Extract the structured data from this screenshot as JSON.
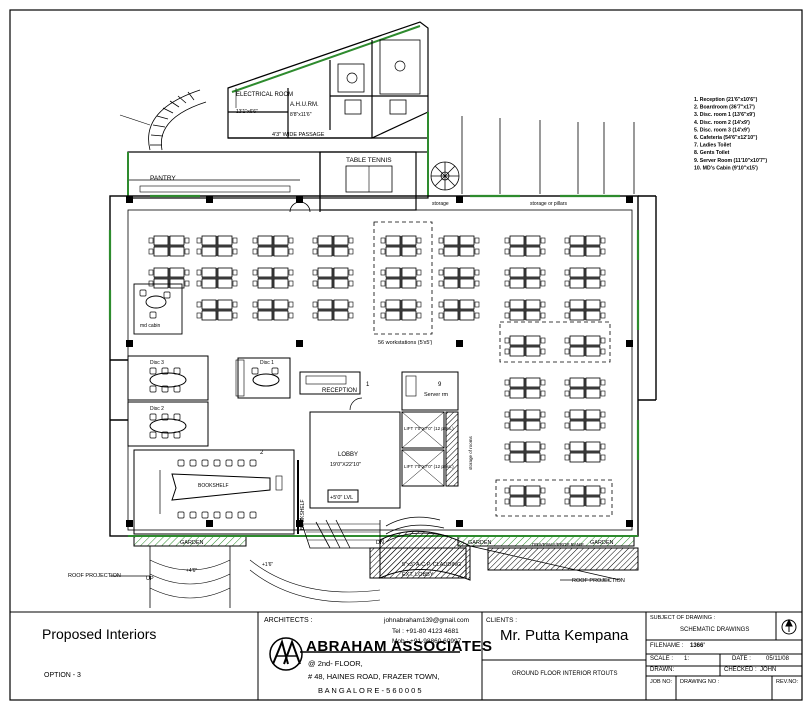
{
  "legend": [
    "1. Reception     (21'6\"x10'6\")",
    "2. Boardroom     (36'7\"x17')",
    "3. Disc. room 1  (13'6\"x9')",
    "4. Disc. room 2  (14'x9')",
    "5. Disc. room 3  (14'x9')",
    "6. Cafeteria     (54'6\"x12'10\")",
    "7. Ladies Toilet",
    "8. Gents Toilet",
    "9. Server Room   (11'10\"x10'7\")",
    "10. MD's Cabin   (9'10\"x15')"
  ],
  "plan_labels": {
    "electrical_room": "ELECTRICAL ROOM",
    "electrical_size": "13'1\"x6'6\"",
    "ahu": "A.H.U.RM.",
    "ahu_size": "8'8\"x11'6\"",
    "passage": "4'3\" WIDE PASSAGE",
    "pantry": "PANTRY",
    "table_tennis": "TABLE TENNIS",
    "storage": "storage",
    "storage_pillar": "storage or pillars",
    "workstations": "56 workstations (5'x5')",
    "md_cabin": "md cabin",
    "disc3": "Disc 3",
    "disc1": "Disc 1",
    "disc2": "Disc 2",
    "reception": "RECEPTION",
    "server": "Server rm",
    "server_num": "9",
    "reception_num": "1",
    "board_num": "2",
    "lift1": "LIFT 7'0\"X7'0\" (12 pass.)",
    "lift2": "LIFT 7'0\"X7'0\" (12 pass.)",
    "lobby": "LOBBY",
    "lobby_size": "19'0\"X22'10\"",
    "level": "+5'0\" LVL",
    "bookshelf": "BOOKSHELF",
    "bookshelf2": "BOOKSHELF",
    "garden1": "GARDEN",
    "garden2": "GARDEN",
    "garden3": "GARDEN",
    "roof_projection1": "ROOF PROJECTION",
    "roof_projection2": "ROOF PROJECTION",
    "acp": "5\"x3\" A.C.P. CLADDING",
    "ext_lobby": "EXT. LOBBY",
    "up": "UP",
    "dn": "DN",
    "driveway": "DRIVEWAY/PROP RAMP",
    "cafe_lvl": "+4'6\"",
    "ext_lvl": "+1'6\"",
    "storage_of_rooms": "storage of rooms"
  },
  "title_block": {
    "project": "Proposed Interiors",
    "option": "OPTION - 3",
    "architects_label": "ARCHITECTS :",
    "email": "johnabraham139@gmail.com",
    "tel": "Tel : +91-80 4123 4681",
    "mob": "Mob : +91-98860 60997",
    "firm": "ABRAHAM ASSOCIATES",
    "address1": "@ 2nd- FLOOR,",
    "address2": "# 48, HAINES ROAD, FRAZER TOWN,",
    "address3": "B A N G A L O R E -  5 6 0   0 0 5",
    "clients_label": "CLIENTS :",
    "client": "Mr. Putta Kempana",
    "drawing_title": "GROUND FLOOR INTERIOR RTOUTS",
    "subject_label": "SUBJECT OF DRAWING :",
    "subject": "SCHEMATIC DRAWINGS",
    "filename_label": "FILENAME :",
    "filename": "1366'",
    "scale_label": "SCALE :",
    "scale": "1:",
    "date_label": "DATE :",
    "date": "05/11/08",
    "drawn_label": "DRAWN:",
    "checked_label": "CHECKED :",
    "checked": "JOHN",
    "job_label": "JOB NO:",
    "drawing_no_label": "DRAWING NO :",
    "rev_label": "REV.NO:"
  }
}
